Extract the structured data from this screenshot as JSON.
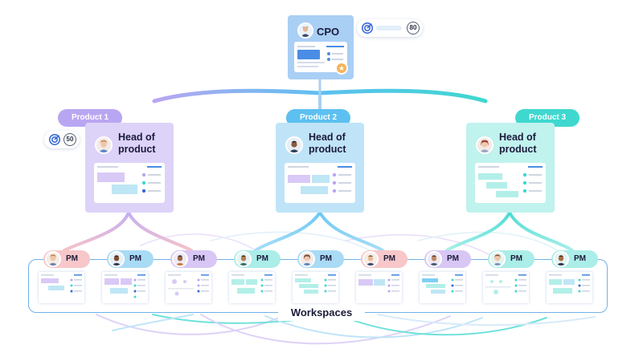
{
  "colors": {
    "cpo_fill": "#a9cff5",
    "product_1": "#b9a6f2",
    "product_2": "#5cc0f0",
    "product_3": "#3fd8cf",
    "pm_pink": "#f7c7c9",
    "pm_blue": "#a9dbf5",
    "pm_purple": "#d8c6f5",
    "pm_teal": "#abede8",
    "frame": "#6fb2ea",
    "star": "#f7b354"
  },
  "cpo": {
    "label": "CPO",
    "avatar_icon": "person-avatar-icon",
    "badge_icon": "star-icon",
    "goal": {
      "icon": "target-icon",
      "value": "80"
    }
  },
  "products": [
    {
      "tag": "Product 1",
      "title": "Head of product",
      "avatar_icon": "person-avatar-icon",
      "goal": {
        "icon": "target-icon",
        "value": "50"
      }
    },
    {
      "tag": "Product 2",
      "title": "Head of product",
      "avatar_icon": "person-avatar-icon"
    },
    {
      "tag": "Product 3",
      "title": "Head of product",
      "avatar_icon": "person-avatar-icon"
    }
  ],
  "pms": [
    {
      "label": "PM",
      "tone": "pink"
    },
    {
      "label": "PM",
      "tone": "blue"
    },
    {
      "label": "PM",
      "tone": "purple"
    },
    {
      "label": "PM",
      "tone": "teal"
    },
    {
      "label": "PM",
      "tone": "blue"
    },
    {
      "label": "PM",
      "tone": "pink"
    },
    {
      "label": "PM",
      "tone": "purple"
    },
    {
      "label": "PM",
      "tone": "teal"
    },
    {
      "label": "PM",
      "tone": "teal"
    }
  ],
  "workspaces": {
    "label": "Workspaces"
  }
}
